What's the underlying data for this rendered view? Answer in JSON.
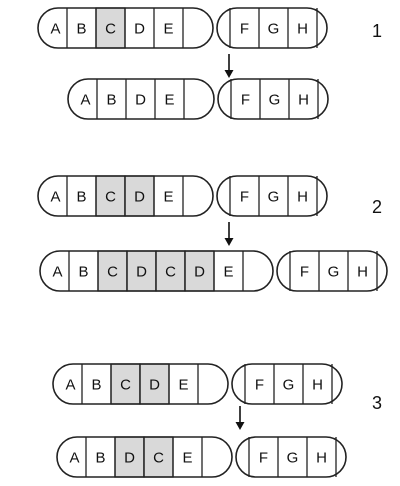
{
  "panels": [
    {
      "number": "1",
      "before": {
        "left": [
          "A",
          "B",
          "C",
          "D",
          "E"
        ],
        "right": [
          "F",
          "G",
          "H"
        ],
        "shaded": [
          2
        ]
      },
      "after": {
        "left": [
          "A",
          "B",
          "D",
          "E"
        ],
        "right": [
          "F",
          "G",
          "H"
        ],
        "shaded": []
      }
    },
    {
      "number": "2",
      "before": {
        "left": [
          "A",
          "B",
          "C",
          "D",
          "E"
        ],
        "right": [
          "F",
          "G",
          "H"
        ],
        "shaded": [
          2,
          3
        ]
      },
      "after": {
        "left": [
          "A",
          "B",
          "C",
          "D",
          "C",
          "D",
          "E"
        ],
        "right": [
          "F",
          "G",
          "H"
        ],
        "shaded": [
          2,
          3,
          4,
          5
        ]
      }
    },
    {
      "number": "3",
      "before": {
        "left": [
          "A",
          "B",
          "C",
          "D",
          "E"
        ],
        "right": [
          "F",
          "G",
          "H"
        ],
        "shaded": [
          2,
          3
        ]
      },
      "after": {
        "left": [
          "A",
          "B",
          "D",
          "C",
          "E"
        ],
        "right": [
          "F",
          "G",
          "H"
        ],
        "shaded": [
          2,
          3
        ]
      }
    }
  ],
  "colors": {
    "shade": "#d9d9d9",
    "line": "#222222"
  }
}
